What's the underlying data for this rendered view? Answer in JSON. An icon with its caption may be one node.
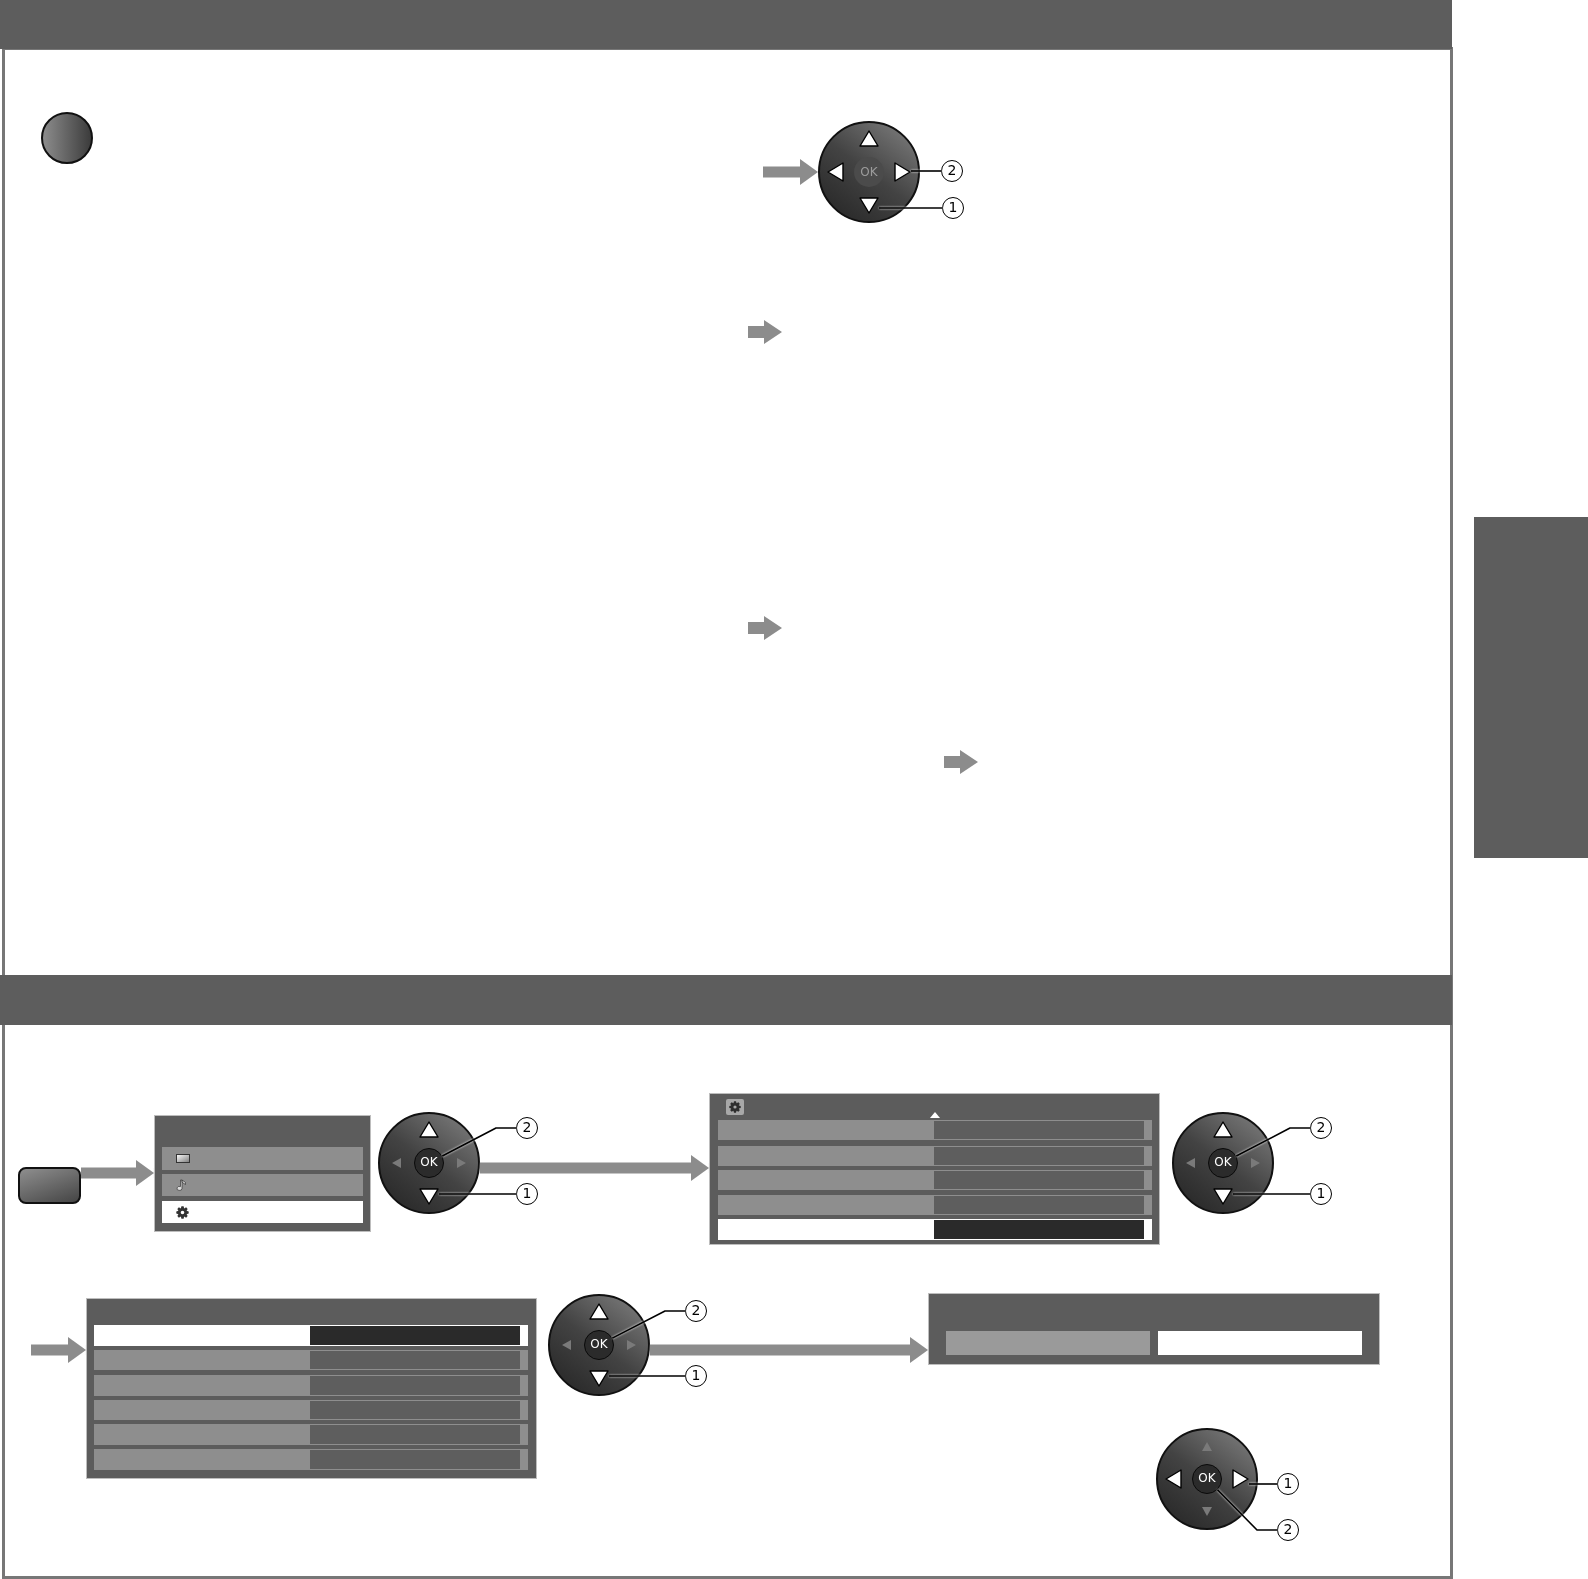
{
  "diagram": {
    "nodes": [
      {
        "text": [],
        "shape": "circle"
      },
      {
        "text": [
          "OK"
        ],
        "in": 0
      },
      {
        "text": [],
        "shape": "triangle",
        "in": 0
      },
      {
        "text": [],
        "shape": "triangle",
        "in": 0
      },
      {
        "text": [
          "2"
        ]
      },
      {
        "text": [
          "1"
        ]
      },
      {
        "text": [],
        "shape": "box"
      },
      {
        "text": [],
        "shape": "box"
      },
      {
        "text": [],
        "shape": "box"
      },
      {
        "text": [],
        "shape": "circle"
      },
      {
        "text": [
          "OK"
        ],
        "in": 9
      },
      {
        "text": [],
        "shape": "triangle",
        "in": 9
      },
      {
        "text": [
          "2"
        ]
      },
      {
        "text": [
          "1"
        ]
      },
      {
        "text": [],
        "shape": "box"
      },
      {
        "text": [],
        "shape": "circle"
      },
      {
        "text": [
          "OK"
        ],
        "in": 15
      },
      {
        "text": [],
        "shape": "triangle",
        "in": 15
      },
      {
        "text": [
          "2"
        ]
      },
      {
        "text": [
          "1"
        ]
      },
      {
        "text": [],
        "shape": "box"
      },
      {
        "text": [],
        "shape": "circle"
      },
      {
        "text": [
          "OK"
        ],
        "in": 21
      },
      {
        "text": [],
        "shape": "triangle",
        "in": 21
      },
      {
        "text": [
          "2"
        ]
      },
      {
        "text": [
          "1"
        ]
      },
      {
        "text": [],
        "shape": "box"
      },
      {
        "text": [],
        "shape": "circle"
      },
      {
        "text": [],
        "shape": "triangle",
        "in": 27
      },
      {
        "text": [
          "OK"
        ],
        "in": 27
      },
      {
        "text": [
          "1"
        ]
      },
      {
        "text": [
          "2"
        ]
      }
    ],
    "edges": [
      {
        "from": null,
        "to": 0,
        "arrow": "to",
        "style": "thick",
        "color": "#8c8c8c"
      },
      {
        "from": 4,
        "to": 2,
        "arrow": "none"
      },
      {
        "from": 5,
        "to": 3,
        "arrow": "none"
      },
      {
        "from": 7,
        "to": 8,
        "arrow": "to",
        "style": "thick",
        "color": "#8c8c8c"
      },
      {
        "from": 12,
        "to": 10,
        "arrow": "none"
      },
      {
        "from": 13,
        "to": 11,
        "arrow": "none"
      },
      {
        "from": 9,
        "to": 14,
        "arrow": "to",
        "style": "thick",
        "color": "#8c8c8c"
      },
      {
        "from": 18,
        "to": 16,
        "arrow": "none"
      },
      {
        "from": 19,
        "to": 17,
        "arrow": "none"
      },
      {
        "from": null,
        "to": 20,
        "arrow": "to",
        "style": "thick",
        "color": "#8c8c8c"
      },
      {
        "from": 24,
        "to": 22,
        "arrow": "none"
      },
      {
        "from": 25,
        "to": 23,
        "arrow": "none"
      },
      {
        "from": 21,
        "to": 26,
        "arrow": "to",
        "style": "thick",
        "color": "#8c8c8c"
      },
      {
        "from": 30,
        "to": 28,
        "arrow": "none"
      },
      {
        "from": 31,
        "to": 29,
        "arrow": "none"
      }
    ]
  }
}
